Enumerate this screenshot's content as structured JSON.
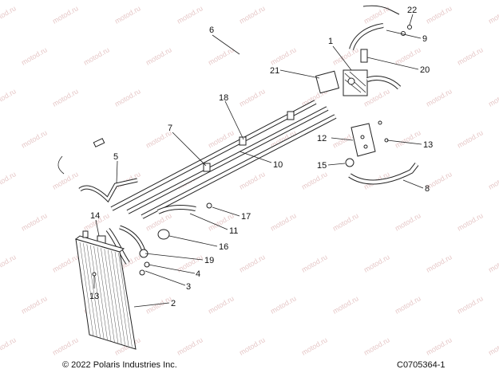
{
  "callouts": {
    "c1": "1",
    "c2": "2",
    "c3": "3",
    "c4": "4",
    "c5": "5",
    "c6": "6",
    "c7": "7",
    "c8": "8",
    "c9": "9",
    "c10": "10",
    "c11": "11",
    "c12": "12",
    "c13a": "13",
    "c13b": "13",
    "c14": "14",
    "c15": "15",
    "c16": "16",
    "c17": "17",
    "c18": "18",
    "c19": "19",
    "c20": "20",
    "c21": "21",
    "c22": "22"
  },
  "watermark": "motod.ru",
  "footer": {
    "copyright": "© 2022 Polaris Industries Inc.",
    "drawing_number": "C0705364-1"
  }
}
